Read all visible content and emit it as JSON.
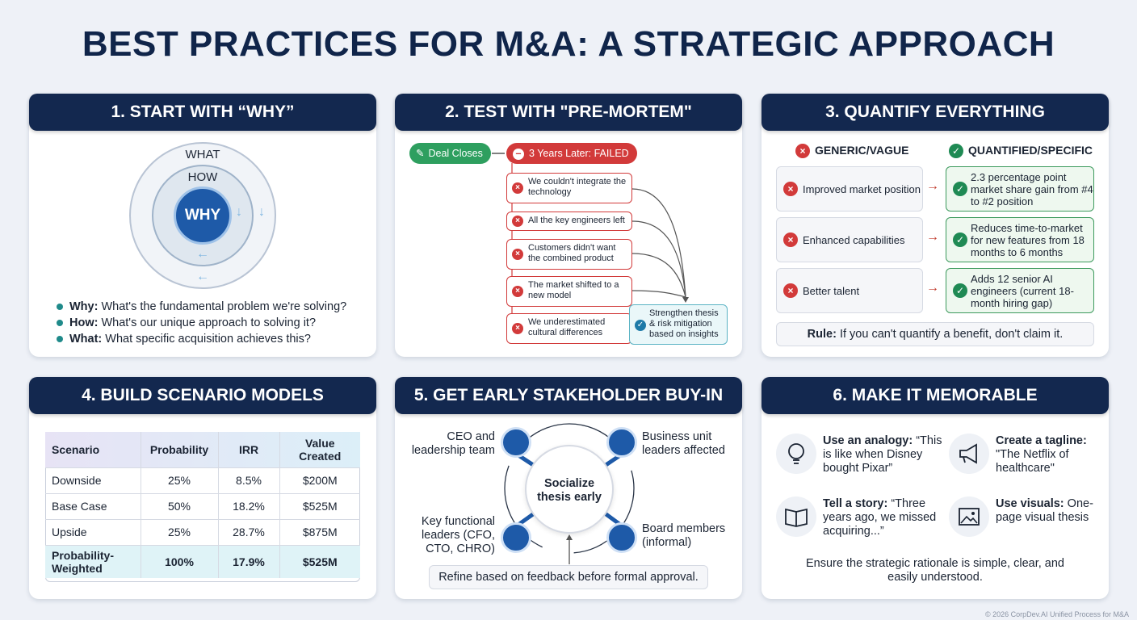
{
  "title": "BEST PRACTICES FOR M&A: A STRATEGIC APPROACH",
  "cards": {
    "why": {
      "heading": "1. START WITH “WHY”",
      "rings": {
        "outer": "WHAT",
        "middle": "HOW",
        "inner": "WHY"
      },
      "bullets": [
        {
          "key": "Why:",
          "text": " What's the fundamental problem we're solving?"
        },
        {
          "key": "How:",
          "text": " What's our unique approach to solving it?"
        },
        {
          "key": "What:",
          "text": " What specific acquisition achieves this?"
        }
      ]
    },
    "premortem": {
      "heading": "2. TEST WITH \"PRE-MORTEM\"",
      "start": "Deal Closes",
      "outcome": "3 Years Later: FAILED",
      "failures": [
        "We couldn't integrate the technology",
        "All the key engineers left",
        "Customers didn't want the combined product",
        "The market shifted to a new model",
        "We underestimated cultural differences"
      ],
      "result": "Strengthen thesis & risk mitigation based on insights"
    },
    "quantify": {
      "heading": "3. QUANTIFY EVERYTHING",
      "col_generic": "GENERIC/VAGUE",
      "col_specific": "QUANTIFIED/SPECIFIC",
      "rows": [
        {
          "generic": "Improved market position",
          "specific": "2.3 percentage point market share gain from #4 to #2 position"
        },
        {
          "generic": "Enhanced capabilities",
          "specific": "Reduces time-to-market for new features from 18 months to 6 months"
        },
        {
          "generic": "Better talent",
          "specific": "Adds 12 senior AI engineers (current 18-month hiring gap)"
        }
      ],
      "rule_key": "Rule:",
      "rule_text": " If you can't quantify a benefit, don't claim it."
    },
    "scenario": {
      "heading": "4. BUILD SCENARIO MODELS",
      "headers": [
        "Scenario",
        "Probability",
        "IRR",
        "Value Created"
      ],
      "rows": [
        [
          "Downside",
          "25%",
          "8.5%",
          "$200M"
        ],
        [
          "Base Case",
          "50%",
          "18.2%",
          "$525M"
        ],
        [
          "Upside",
          "25%",
          "28.7%",
          "$875M"
        ]
      ],
      "weighted": [
        "Probability-Weighted",
        "100%",
        "17.9%",
        "$525M"
      ]
    },
    "stakeholder": {
      "heading": "5. GET EARLY STAKEHOLDER BUY-IN",
      "center": "Socialize thesis early",
      "nodes": {
        "ceo": "CEO and leadership team",
        "bu": "Business unit leaders affected",
        "functional": "Key functional leaders (CFO, CTO, CHRO)",
        "board": "Board members (informal)"
      },
      "note": "Refine based on feedback before formal approval."
    },
    "memorable": {
      "heading": "6. MAKE IT MEMORABLE",
      "items": [
        {
          "key": "Use an analogy:",
          "text": " “This is like when Disney bought Pixar”",
          "icon": "lightbulb-icon"
        },
        {
          "key": "Create a tagline:",
          "text": " \"The Netflix of healthcare\"",
          "icon": "megaphone-icon"
        },
        {
          "key": "Tell a story:",
          "text": " “Three years ago, we missed acquiring...”",
          "icon": "book-icon"
        },
        {
          "key": "Use visuals:",
          "text": " One-page visual thesis",
          "icon": "image-icon"
        }
      ],
      "closing": "Ensure the strategic rationale is simple, clear, and easily understood."
    }
  },
  "footer": "© 2026 CorpDev.AI Unified Process for M&A",
  "colors": {
    "navy": "#13284f",
    "red": "#d23a3a",
    "green": "#1f8a54",
    "teal": "#1f8a8a",
    "blue": "#1e5aa8"
  }
}
